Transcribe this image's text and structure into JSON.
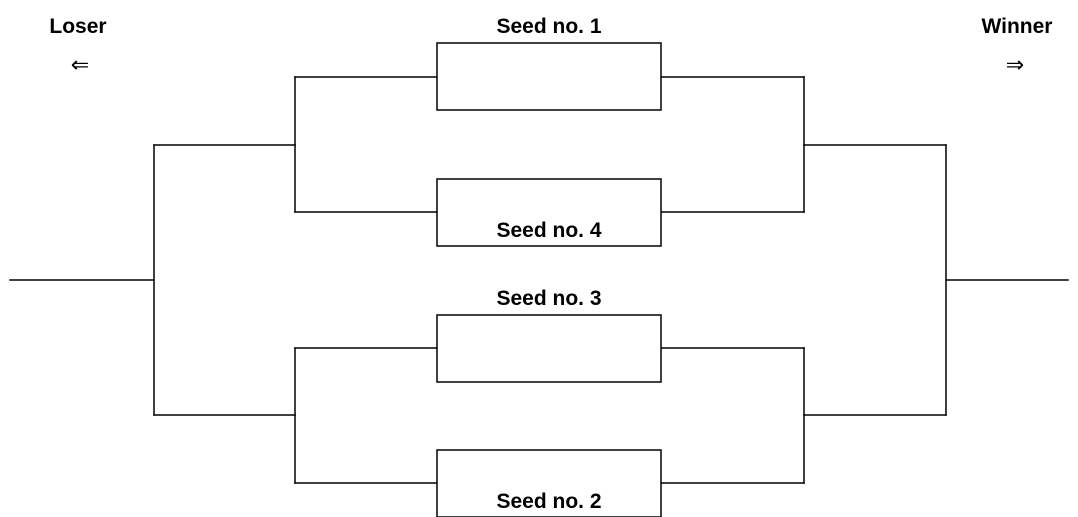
{
  "labels": {
    "loser": "Loser",
    "loser_arrow": "⇐",
    "winner": "Winner",
    "winner_arrow": "⇒"
  },
  "seeds": [
    {
      "label": "Seed no. 1"
    },
    {
      "label": "Seed no. 4"
    },
    {
      "label": "Seed no. 3"
    },
    {
      "label": "Seed no. 2"
    }
  ]
}
